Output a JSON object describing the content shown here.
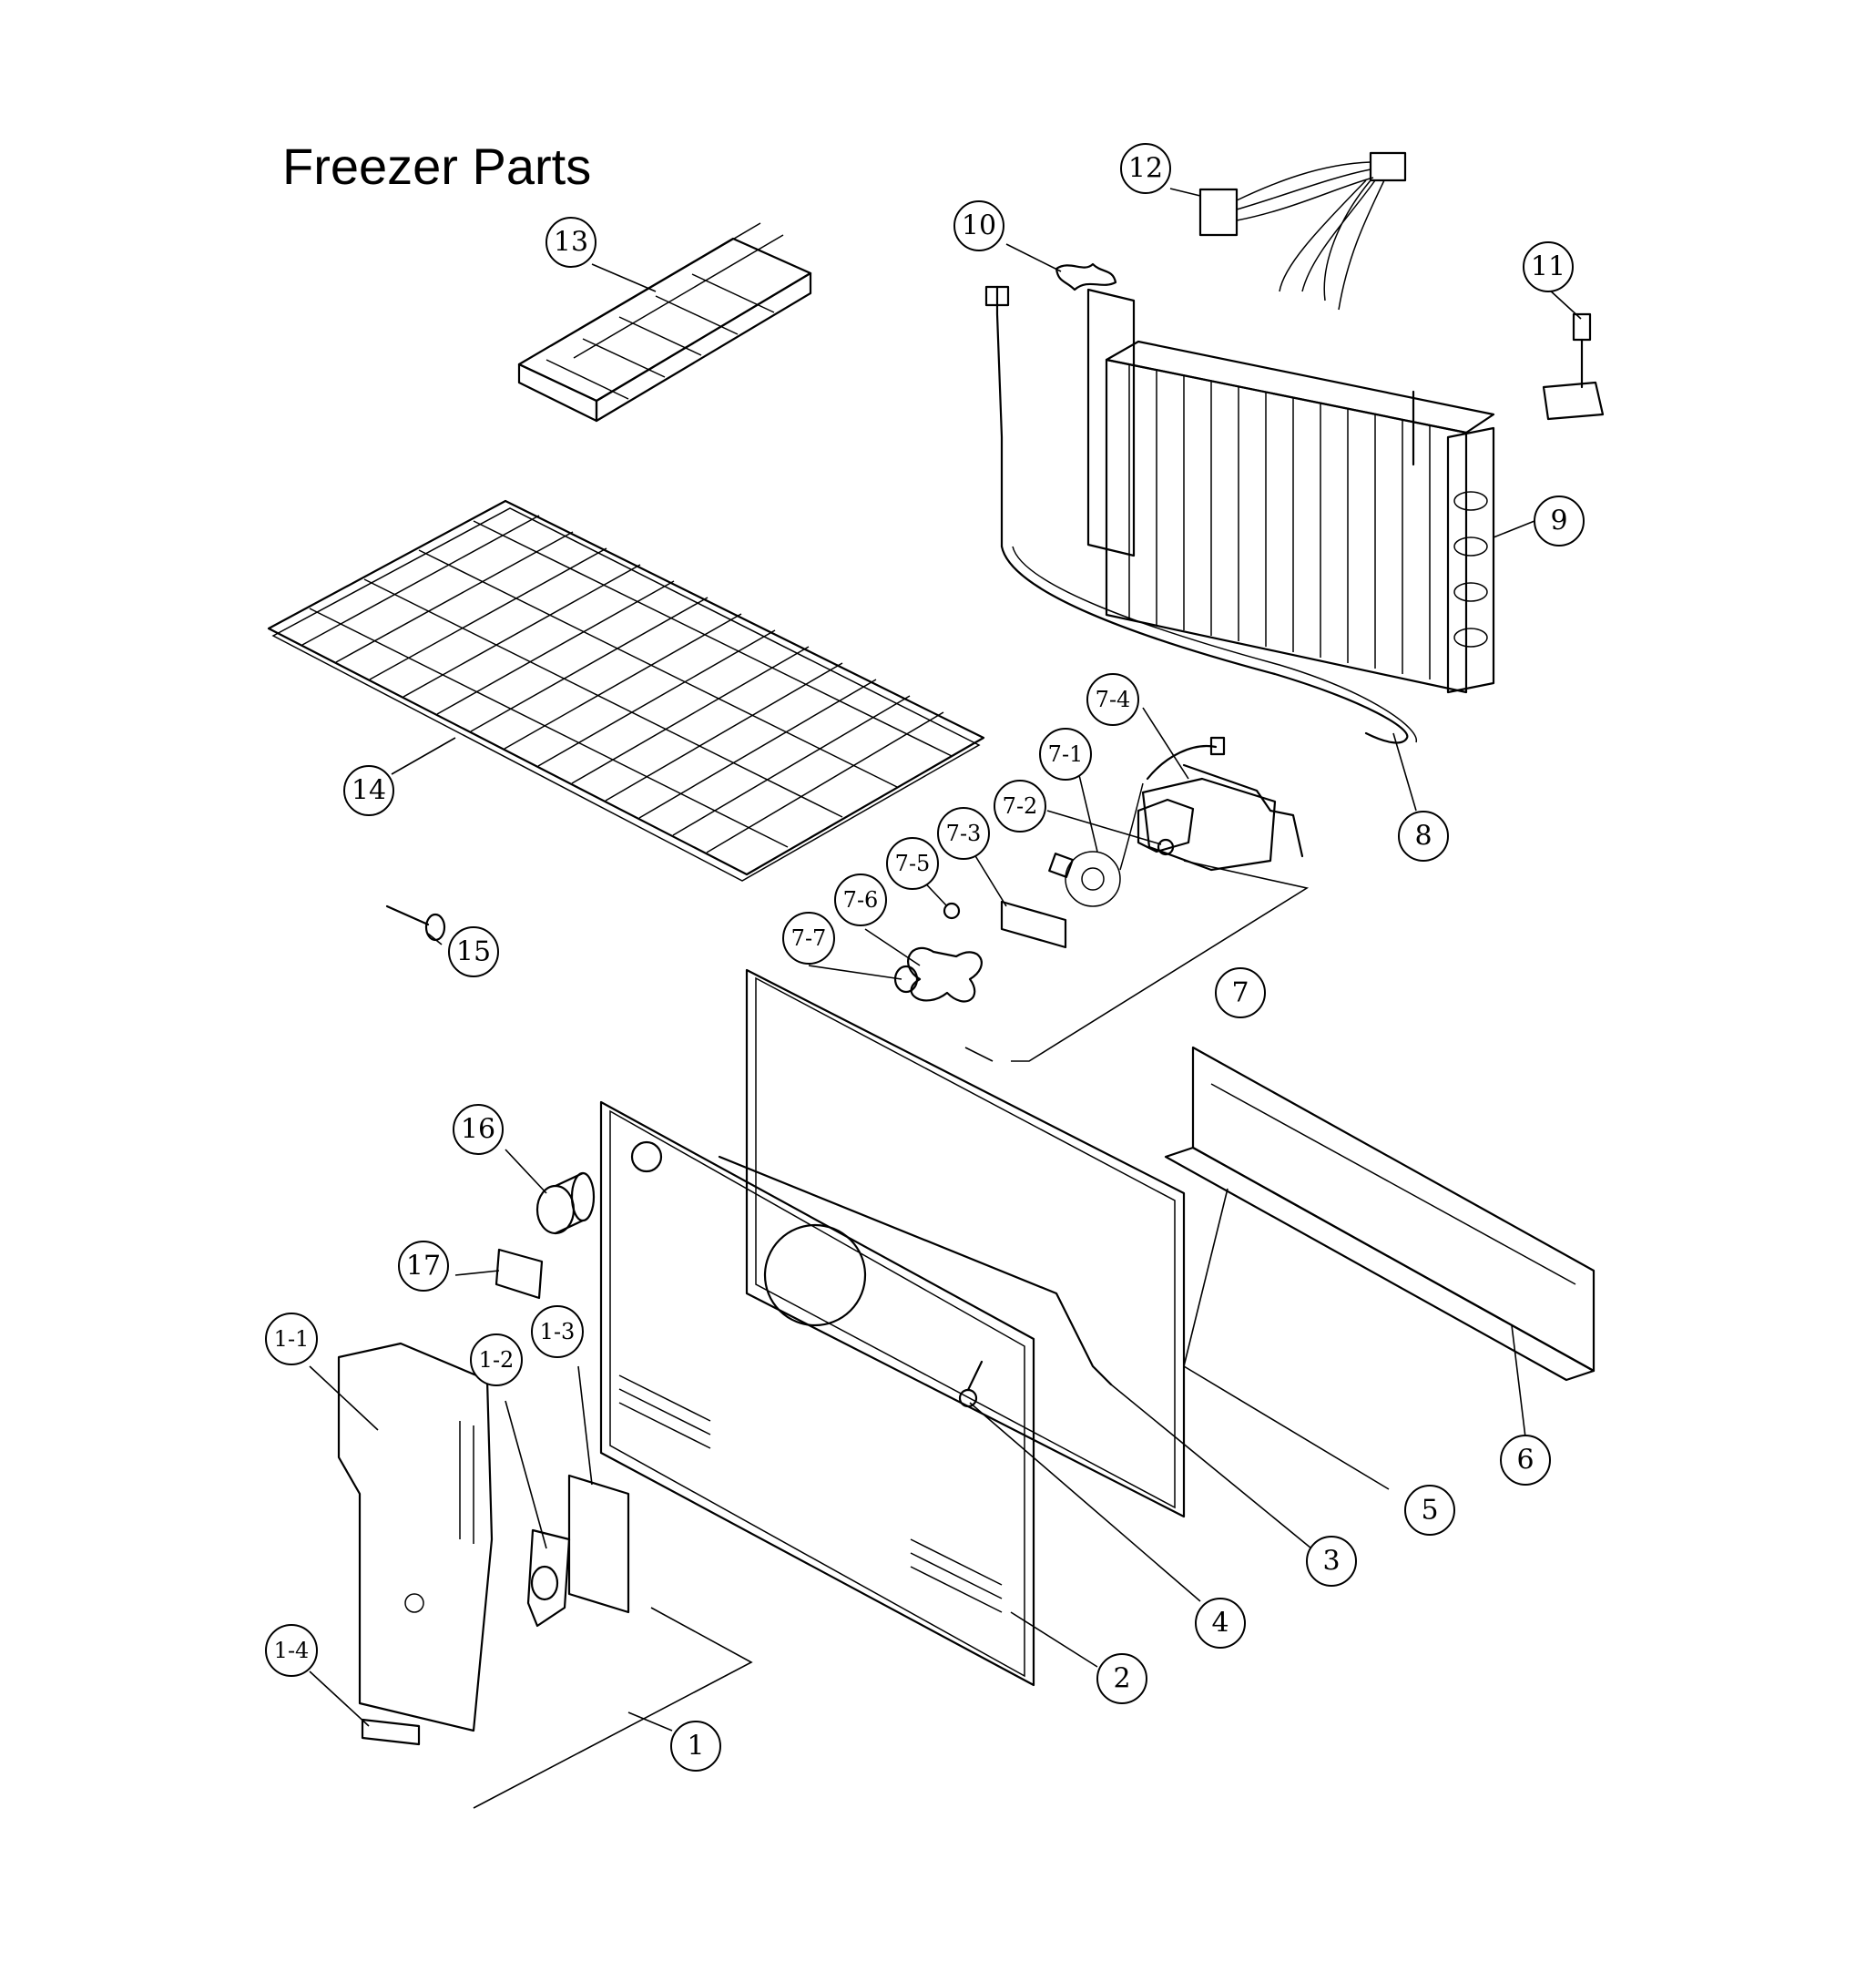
{
  "title": "Freezer Parts",
  "callouts": [
    {
      "id": "1",
      "label": "1"
    },
    {
      "id": "1-1",
      "label": "1-1"
    },
    {
      "id": "1-2",
      "label": "1-2"
    },
    {
      "id": "1-3",
      "label": "1-3"
    },
    {
      "id": "1-4",
      "label": "1-4"
    },
    {
      "id": "2",
      "label": "2"
    },
    {
      "id": "3",
      "label": "3"
    },
    {
      "id": "4",
      "label": "4"
    },
    {
      "id": "5",
      "label": "5"
    },
    {
      "id": "6",
      "label": "6"
    },
    {
      "id": "7",
      "label": "7"
    },
    {
      "id": "7-1",
      "label": "7-1"
    },
    {
      "id": "7-2",
      "label": "7-2"
    },
    {
      "id": "7-3",
      "label": "7-3"
    },
    {
      "id": "7-4",
      "label": "7-4"
    },
    {
      "id": "7-5",
      "label": "7-5"
    },
    {
      "id": "7-6",
      "label": "7-6"
    },
    {
      "id": "7-7",
      "label": "7-7"
    },
    {
      "id": "8",
      "label": "8"
    },
    {
      "id": "9",
      "label": "9"
    },
    {
      "id": "10",
      "label": "10"
    },
    {
      "id": "11",
      "label": "11"
    },
    {
      "id": "12",
      "label": "12"
    },
    {
      "id": "13",
      "label": "13"
    },
    {
      "id": "14",
      "label": "14"
    },
    {
      "id": "15",
      "label": "15"
    },
    {
      "id": "16",
      "label": "16"
    },
    {
      "id": "17",
      "label": "17"
    }
  ]
}
